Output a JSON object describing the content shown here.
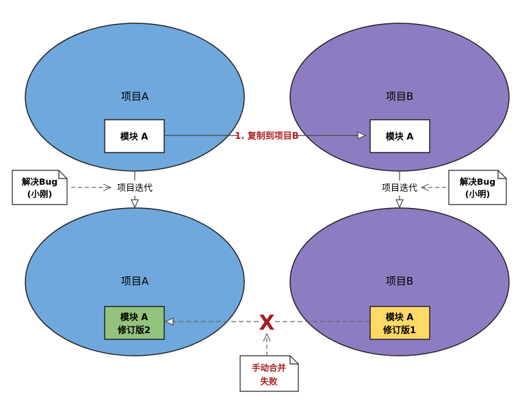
{
  "projects": {
    "top_left": {
      "label": "项目A",
      "color": "#6fa8dc"
    },
    "top_right": {
      "label": "项目B",
      "color": "#8e7cc3"
    },
    "bottom_left": {
      "label": "项目A",
      "color": "#6fa8dc"
    },
    "bottom_right": {
      "label": "项目B",
      "color": "#8e7cc3"
    }
  },
  "modules": {
    "top_left": {
      "line1": "模块 A",
      "color": "#ffffff"
    },
    "top_right": {
      "line1": "模块 A",
      "color": "#ffffff"
    },
    "bottom_left": {
      "line1": "模块 A",
      "line2": "修订版2",
      "color": "#93c47d"
    },
    "bottom_right": {
      "line1": "模块 A",
      "line2": "修订版1",
      "color": "#ffd966"
    }
  },
  "edges": {
    "copy_label": "1. 复制到项目B",
    "copy_label_color": "#b22222",
    "iterate_left": "项目迭代",
    "iterate_right": "项目迭代",
    "merge_fail_mark": "X",
    "merge_fail_color": "#a61c1c"
  },
  "notes": {
    "left": {
      "line1": "解决Bug",
      "line2": "(小刚)"
    },
    "right": {
      "line1": "解决Bug",
      "line2": "(小明)"
    },
    "bottom": {
      "line1": "手动合并",
      "line2": "失败",
      "color": "#a61c1c"
    }
  }
}
